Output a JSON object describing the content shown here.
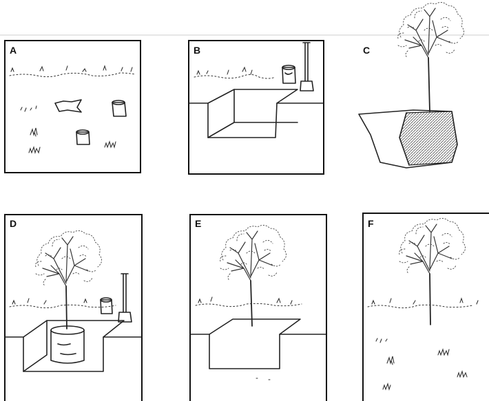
{
  "panels": [
    {
      "id": "A",
      "label": "A"
    },
    {
      "id": "B",
      "label": "B"
    },
    {
      "id": "C",
      "label": "C"
    },
    {
      "id": "D",
      "label": "D"
    },
    {
      "id": "E",
      "label": "E"
    },
    {
      "id": "F",
      "label": "F"
    }
  ],
  "colors": {
    "ink": "#111111",
    "background": "#ffffff"
  },
  "icons": [
    "tree-icon",
    "spade-icon",
    "bucket-icon",
    "planting-hole",
    "root-ball",
    "grass-tufts"
  ]
}
